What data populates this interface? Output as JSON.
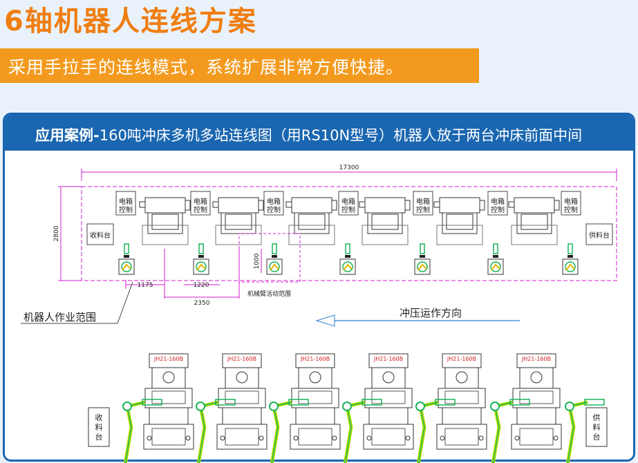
{
  "title": "6轴机器人连线方案",
  "subtitle": "采用手拉手的连线模式，系统扩展非常方便快捷。",
  "panel": {
    "case_label": "应用案例-",
    "case_text": "160吨冲床多机多站连线图（用RS10N型号）机器人放于两台冲床前面中间"
  },
  "plan": {
    "total_length": "17300",
    "width": "2800",
    "dim_1175": "1175",
    "dim_1220": "1220",
    "dim_2350": "2350",
    "dim_1000": "1000",
    "control_box_line1": "电箱",
    "control_box_line2": "控制",
    "receive_table": "收料台",
    "supply_table": "供料台",
    "arm_range": "机械臂活动范围",
    "robot_range": "机器人作业范围",
    "press_direction": "冲压运作方向"
  },
  "elevation": {
    "press_model": "JH21-160B",
    "receive_table": "收料台",
    "supply_table": "供料台"
  },
  "colors": {
    "orange": "#f39a1e",
    "blue": "#1a66b0",
    "magenta": "#d21dd2",
    "green": "#1ab35a"
  }
}
